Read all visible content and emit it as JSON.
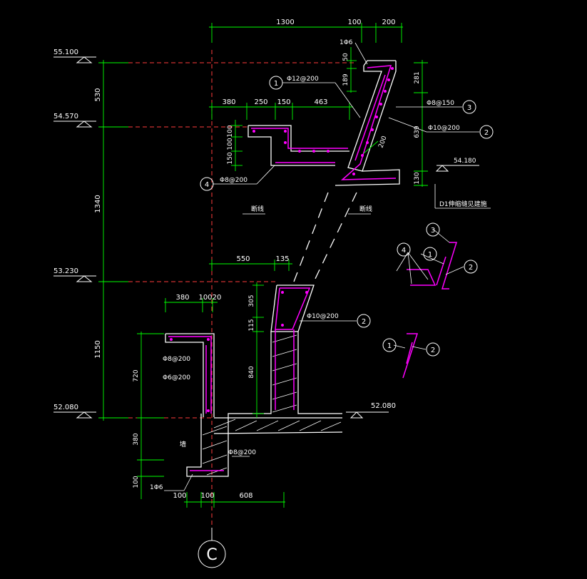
{
  "colors": {
    "background": "#000000",
    "dimension": "#00ff00",
    "concrete": "#ffffff",
    "rebar": "#ff00ff",
    "axis_line": "#ff3b3b",
    "text": "#ffffff"
  },
  "elevations": [
    "55.100",
    "54.570",
    "53.230",
    "52.080",
    "54.180",
    "52.080"
  ],
  "top_dims": [
    "1300",
    "100",
    "200"
  ],
  "mid_dims": [
    "380",
    "250",
    "150",
    "463"
  ],
  "ledge_dims": [
    "550",
    "135"
  ],
  "low_dims": [
    "380",
    "100",
    "20"
  ],
  "bottom_dims": [
    "100",
    "100",
    "608"
  ],
  "left_dims": [
    "530",
    "1340",
    "1150"
  ],
  "vert_dims": {
    "top_right": [
      "50",
      "189"
    ],
    "right": [
      "281",
      "639",
      "130"
    ],
    "mid_left": [
      "100",
      "100",
      "150"
    ],
    "ledge": [
      "305",
      "115",
      "840"
    ],
    "low": [
      "720",
      "380",
      "100"
    ],
    "slab_thk": "200"
  },
  "rebar_labels": [
    "Φ12@200",
    "Φ8@150",
    "Φ10@200",
    "Φ8@200",
    "Φ10@200",
    "Φ8@200",
    "Φ6@200",
    "Φ8@200",
    "1Φ6",
    "1Φ6"
  ],
  "callouts": [
    "1",
    "2",
    "3",
    "4"
  ],
  "notes": {
    "break_left": "断线",
    "break_right": "断线",
    "seal": "D1伸缩缝见建施",
    "corner": "墙"
  },
  "axis_label": "C"
}
